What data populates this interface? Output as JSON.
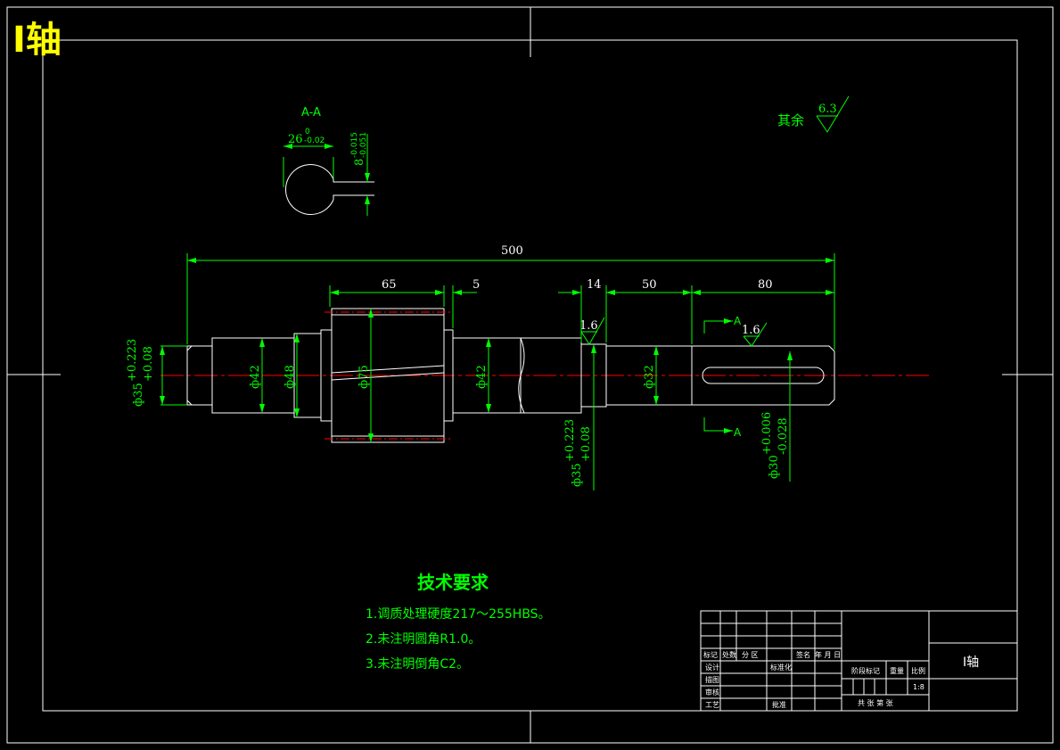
{
  "corner_title": "Ⅰ轴",
  "section": {
    "label": "A-A",
    "width_dim": "26",
    "width_tol_upper": "0",
    "width_tol_lower": "-0.02",
    "key_dim": "8",
    "key_tol_upper": "-0.015",
    "key_tol_lower": "-0.051"
  },
  "roughness": {
    "default_label": "其余",
    "default_value": "6.3",
    "local_1": "1.6",
    "local_2": "1.6"
  },
  "dims": {
    "overall": "500",
    "gear_len": "65",
    "gap": "5",
    "len_14": "14",
    "len_50": "50",
    "len_80": "80",
    "dia_42a": "ф42",
    "dia_48": "ф48",
    "dia_75": "ф75",
    "dia_42b": "ф42",
    "dia_32": "ф32",
    "left_dia": "ф35",
    "left_tol_upper": "+0.223",
    "left_tol_lower": "+0.08",
    "mid_dia": "ф35",
    "mid_tol_upper": "+0.223",
    "mid_tol_lower": "+0.08",
    "right_dia": "ф30",
    "right_tol_upper": "+0.006",
    "right_tol_lower": "-0.028"
  },
  "section_marks": {
    "top": "A",
    "bottom": "A"
  },
  "tech": {
    "heading": "技术要求",
    "items": [
      "1.调质处理硬度217～255HBS。",
      "2.未注明圆角R1.0。",
      "3.未注明倒角C2。"
    ]
  },
  "title_block": {
    "part_name": "Ⅰ轴",
    "row_labels": [
      "标记",
      "处数",
      "分 区",
      "签名",
      "年 月 日"
    ],
    "designer": "设计",
    "standardize": "标准化",
    "drafter": "描图",
    "checker": "审核",
    "process": "工艺",
    "approve": "批准",
    "stage_mark": "阶段标记",
    "weight": "重量",
    "scale_label": "比例",
    "scale_value": "1:8",
    "sheets": "共 张  第 张"
  },
  "colors": {
    "outline": "#ffffff",
    "dimension": "#00ff00",
    "center": "#ff0000",
    "title": "#ffff00"
  }
}
